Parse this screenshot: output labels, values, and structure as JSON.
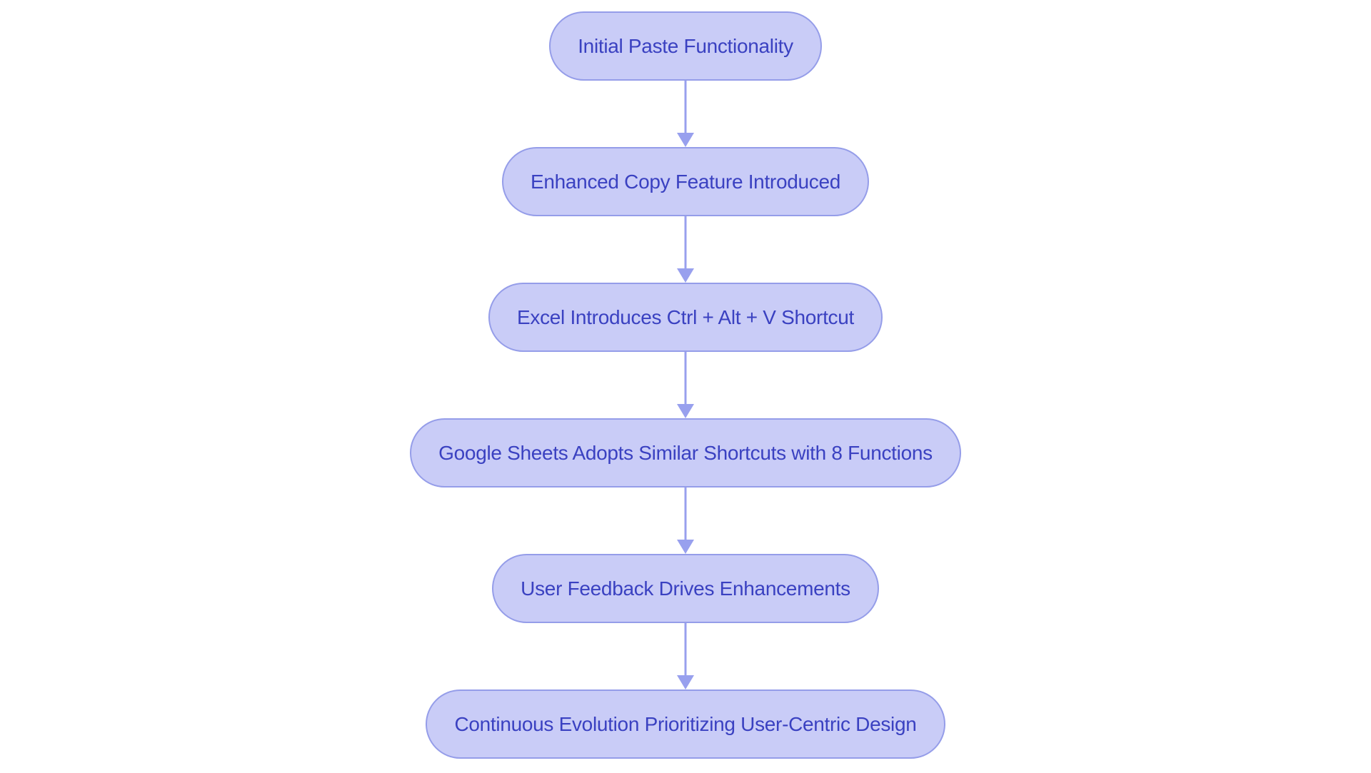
{
  "diagram": {
    "type": "flowchart",
    "direction": "top-to-bottom",
    "nodes": [
      {
        "id": 1,
        "label": "Initial Paste Functionality"
      },
      {
        "id": 2,
        "label": "Enhanced Copy Feature Introduced"
      },
      {
        "id": 3,
        "label": "Excel Introduces Ctrl + Alt + V Shortcut"
      },
      {
        "id": 4,
        "label": "Google Sheets Adopts Similar Shortcuts with 8 Functions"
      },
      {
        "id": 5,
        "label": "User Feedback Drives Enhancements"
      },
      {
        "id": 6,
        "label": "Continuous Evolution Prioritizing User-Centric Design"
      }
    ],
    "edges": [
      {
        "from": 1,
        "to": 2
      },
      {
        "from": 2,
        "to": 3
      },
      {
        "from": 3,
        "to": 4
      },
      {
        "from": 4,
        "to": 5
      },
      {
        "from": 5,
        "to": 6
      }
    ],
    "colors": {
      "background": "#ffffff",
      "node_fill": "#c9ccf7",
      "node_border": "#959de9",
      "node_text": "#3a41c1",
      "arrow": "#98a0ee"
    }
  }
}
